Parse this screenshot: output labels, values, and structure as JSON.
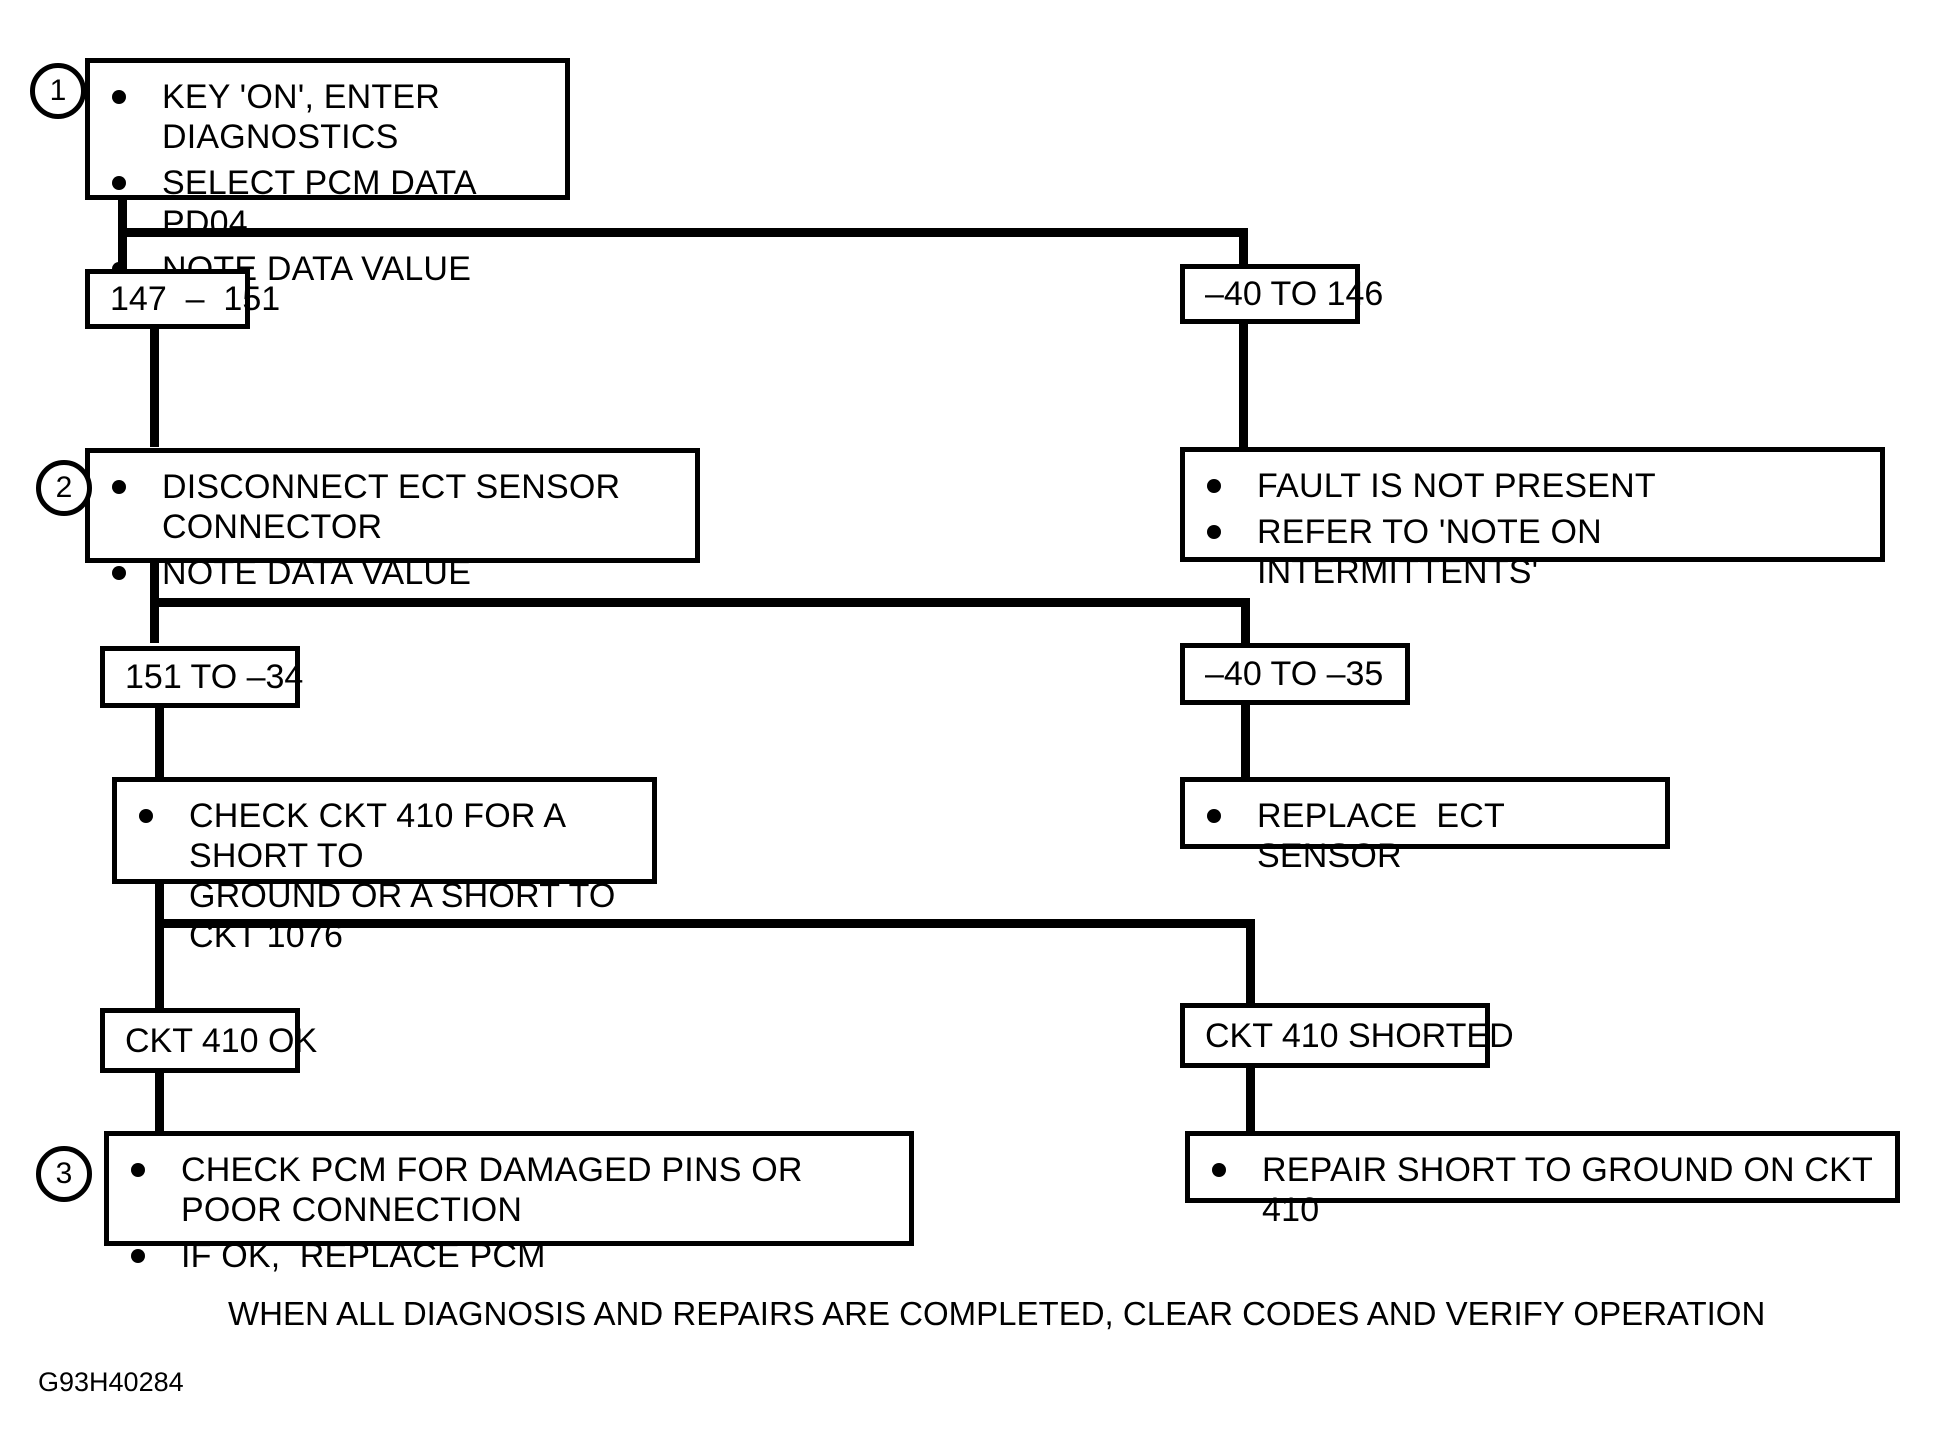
{
  "diagram": {
    "reference_code": "G93H40284",
    "footer_note": "WHEN ALL DIAGNOSIS AND REPAIRS ARE COMPLETED, CLEAR CODES AND VERIFY OPERATION",
    "ink_color": "#000000",
    "paper_color": "#ffffff"
  },
  "steps": {
    "step1_marker": "1",
    "step2_marker": "2",
    "step3_marker": "3"
  },
  "nodes": {
    "step1": {
      "marker": "1",
      "lines": [
        "KEY 'ON', ENTER DIAGNOSTICS",
        "SELECT PCM DATA PD04",
        "NOTE DATA VALUE"
      ]
    },
    "branch1_left": {
      "label": "147  –  151"
    },
    "branch1_right": {
      "label": "‒40 TO 146"
    },
    "step2": {
      "marker": "2",
      "lines": [
        "DISCONNECT ECT SENSOR CONNECTOR",
        "NOTE DATA VALUE"
      ]
    },
    "fault_not_present": {
      "lines": [
        "FAULT IS NOT PRESENT",
        "REFER TO 'NOTE ON INTERMITTENTS'"
      ]
    },
    "branch2_left": {
      "label": "151 TO ‒34"
    },
    "branch2_right": {
      "label": "‒40 TO ‒35"
    },
    "check_ckt410": {
      "lines": [
        "CHECK CKT 410 FOR A SHORT TO\nGROUND OR A SHORT TO CKT 1076"
      ]
    },
    "replace_sensor": {
      "lines": [
        "REPLACE  ECT SENSOR"
      ]
    },
    "branch3_left": {
      "label": "CKT 410 OK"
    },
    "branch3_right": {
      "label": "CKT 410 SHORTED"
    },
    "step3": {
      "marker": "3",
      "lines": [
        "CHECK PCM FOR DAMAGED PINS OR POOR CONNECTION",
        "IF OK,  REPLACE PCM"
      ]
    },
    "repair_short": {
      "lines": [
        "REPAIR SHORT TO GROUND ON CKT 410"
      ]
    }
  }
}
